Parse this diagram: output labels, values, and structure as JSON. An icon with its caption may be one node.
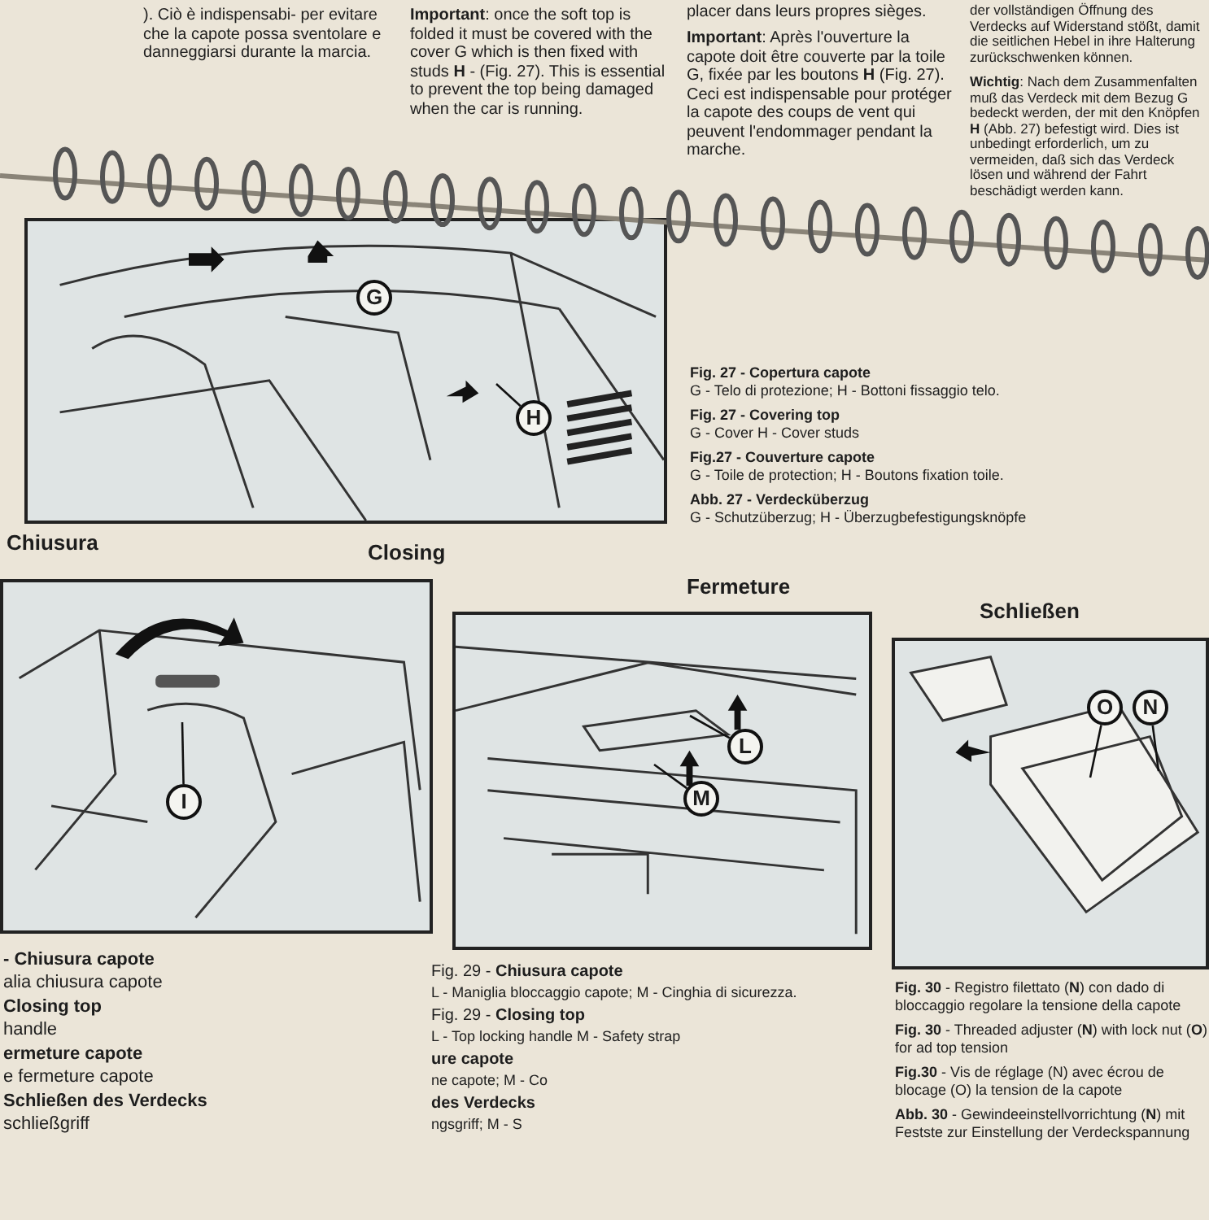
{
  "diagram": {
    "nodes": [
      {
        "text": [],
        "shape": "picture"
      },
      {
        "text": [
          "G"
        ],
        "in": 0
      },
      {
        "text": [
          "H"
        ],
        "in": 0
      },
      {
        "text": [],
        "shape": "picture"
      },
      {
        "text": [
          "I"
        ],
        "in": 3
      },
      {
        "text": [],
        "shape": "picture"
      },
      {
        "text": [
          "L"
        ],
        "in": 5
      },
      {
        "text": [
          "M"
        ],
        "in": 5
      },
      {
        "text": [],
        "shape": "picture"
      },
      {
        "text": [
          "O"
        ],
        "in": 8
      },
      {
        "text": [
          "N"
        ],
        "in": 8
      }
    ],
    "edges": [
      {
        "from": 2,
        "to": null,
        "arrow": "none"
      },
      {
        "from": 4,
        "to": null,
        "arrow": "none"
      },
      {
        "from": 6,
        "to": null,
        "arrow": "none"
      },
      {
        "from": 7,
        "to": null,
        "arrow": "none"
      },
      {
        "from": 9,
        "to": null,
        "arrow": "none"
      },
      {
        "from": 10,
        "to": null,
        "arrow": "none"
      }
    ],
    "labels": [
      "). Ciò è indispensabi- per evitare che la capote possa sventolare e danneggiarsi durante la marcia.",
      "**Important**: once the soft top is folded it must be covered with the cover G which is then fixed with studs **H** - (Fig. 27). This is essential to prevent the top being damaged when the car is running.",
      "placer dans leurs propres sièges.",
      "**Important**: Après l'ouverture la capote doit être couverte par la toile G, fixée par les boutons **H** (Fig. 27). Ceci est indispensable pour protéger la capote des coups de vent qui peuvent l'endommager pendant la marche.",
      "der vollständigen Öffnung des Verdecks auf Widerstand stößt, damit die seitlichen Hebel in ihre Halterung zurückschwenken können.",
      "**Wichtig**: Nach dem Zusammenfalten muß das Verdeck mit dem Bezug G bedeckt werden, der mit den Knöpfen **H** (Abb. 27) befestigt wird. Dies ist unbedingt erforderlich, um zu vermeiden, daß sich das Verdeck lösen und während der Fahrt beschädigt werden kann.",
      "Fig. 27 - Copertura capote",
      "G - Telo di protezione; H - Bottoni fissaggio telo.",
      "Fig. 27 - Covering top",
      "G - Cover H - Cover studs",
      "Fig.27 - Couverture capote",
      "G - Toile de protection; H - Boutons fixation toile.",
      "Abb. 27 - Verdecküberzug",
      "G - Schutzüberzug; H - Überzugbefestigungsknöpfe",
      "Chiusura",
      "Closing",
      "Fermeture",
      "Schließen",
      "- Chiusura capote",
      "alia chiusura capote",
      "Closing top",
      "handle",
      "ermeture capote",
      "e fermeture capote",
      "Schließen des Verdecks",
      "schließgriff",
      "Fig. 29 - **Chiusura capote**",
      "L - Maniglia bloccaggio capote; M - Cinghia di sicurezza.",
      "Fig. 29 - **Closing top**",
      "L - Top locking handle M - Safety strap",
      "**ure capote**",
      "ne capote; M - Co",
      "**des Verdecks**",
      "ngsgriff; M - S",
      "**Fig. 30** - Registro filettato (**N**) con dado di bloccaggio regolare la tensione della capote",
      "**Fig. 30** - Threaded adjuster (**N**) with lock nut (**O**) for ad top tension",
      "**Fig.30** - Vis de réglage (N) avec écrou de blocage (O) la tension de la capote",
      "**Abb. 30** - Gewindeeinstellvorrichtung (**N**) mit Festste zur Einstellung der Verdeckspannung"
    ]
  }
}
